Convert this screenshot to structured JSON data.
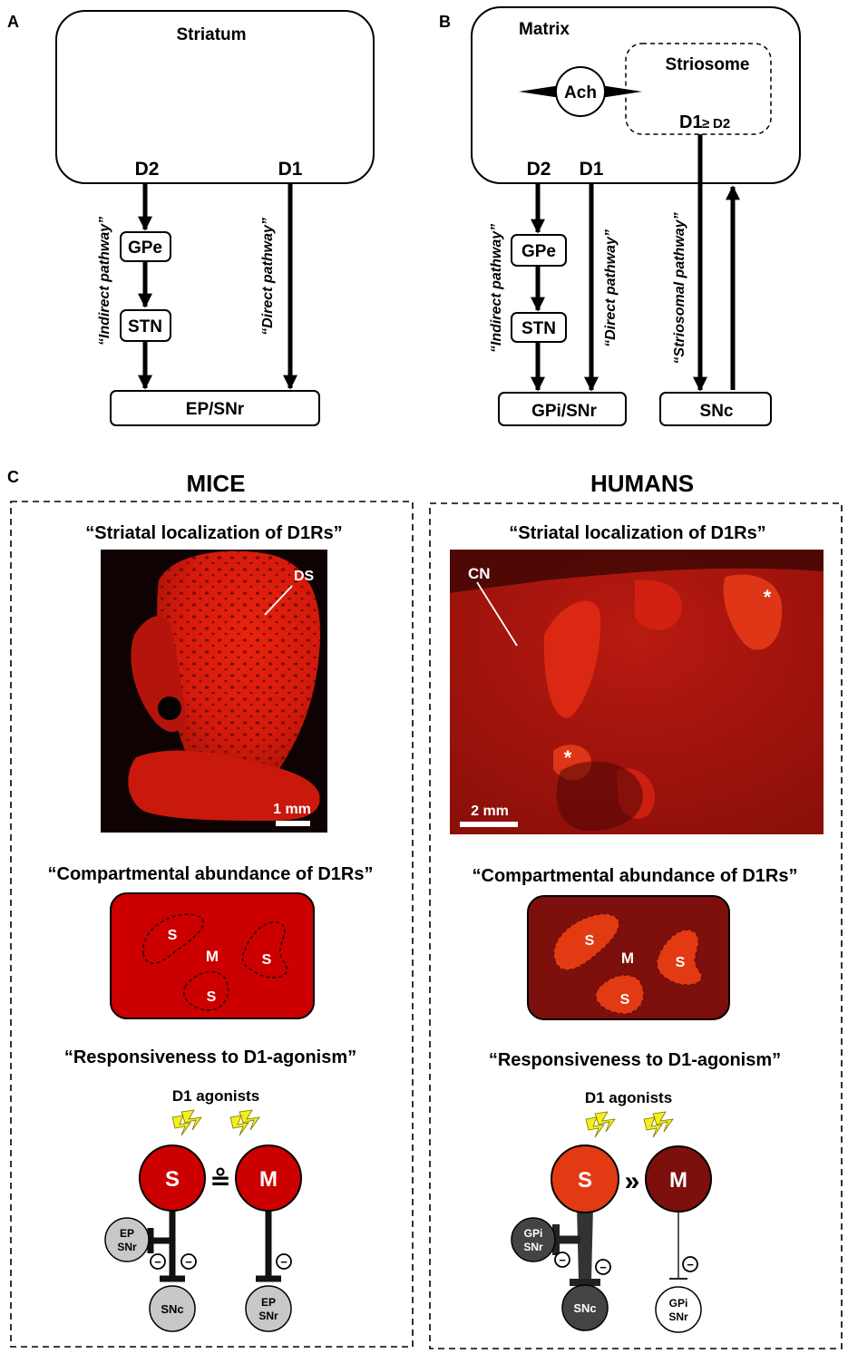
{
  "panel_a": {
    "letter": "A",
    "box_title": "Striatum",
    "d2": "D2",
    "d1": "D1",
    "gpe": "GPe",
    "stn": "STN",
    "output": "EP/SNr",
    "indirect": "“Indirect pathway”",
    "direct": "“Direct pathway”"
  },
  "panel_b": {
    "letter": "B",
    "box_title": "Matrix",
    "striosome": "Striosome",
    "ach": "Ach",
    "d1ge": "D1",
    "ge": "≥",
    "d2small": "D2",
    "d2": "D2",
    "d1": "D1",
    "gpe": "GPe",
    "stn": "STN",
    "output": "GPi/SNr",
    "snc": "SNc",
    "indirect": "“Indirect pathway”",
    "direct": "“Direct pathway”",
    "striosomal": "“Striosomal pathway”"
  },
  "panel_c": {
    "letter": "C",
    "mice": {
      "title": "MICE",
      "loc_heading": "“Striatal localization of D1Rs”",
      "ds": "DS",
      "scale": "1 mm",
      "abund_heading": "“Compartmental abundance of D1Rs”",
      "s": "S",
      "m": "M",
      "resp_heading": "“Responsiveness to D1-agonism”",
      "agonists": "D1 agonists",
      "relation": "≗",
      "ep1": "EP",
      "ep2": "SNr",
      "snc": "SNc",
      "minus": "−"
    },
    "humans": {
      "title": "HUMANS",
      "loc_heading": "“Striatal localization of D1Rs”",
      "cn": "CN",
      "asterisk": "*",
      "scale": "2 mm",
      "abund_heading": "“Compartmental abundance of D1Rs”",
      "s": "S",
      "m": "M",
      "resp_heading": "“Responsiveness to D1-agonism”",
      "agonists": "D1 agonists",
      "relation": "»",
      "gpi1": "GPi",
      "gpi2": "SNr",
      "snc": "SNc",
      "minus": "−"
    }
  },
  "colors": {
    "red": "#cc0000",
    "dark_red": "#7a0000",
    "orange_red": "#e23a12",
    "dark_maroon": "#7d0f0c",
    "gray_light": "#c8c8c8",
    "gray_dark": "#444444",
    "bolt": "#f3ef1c"
  }
}
